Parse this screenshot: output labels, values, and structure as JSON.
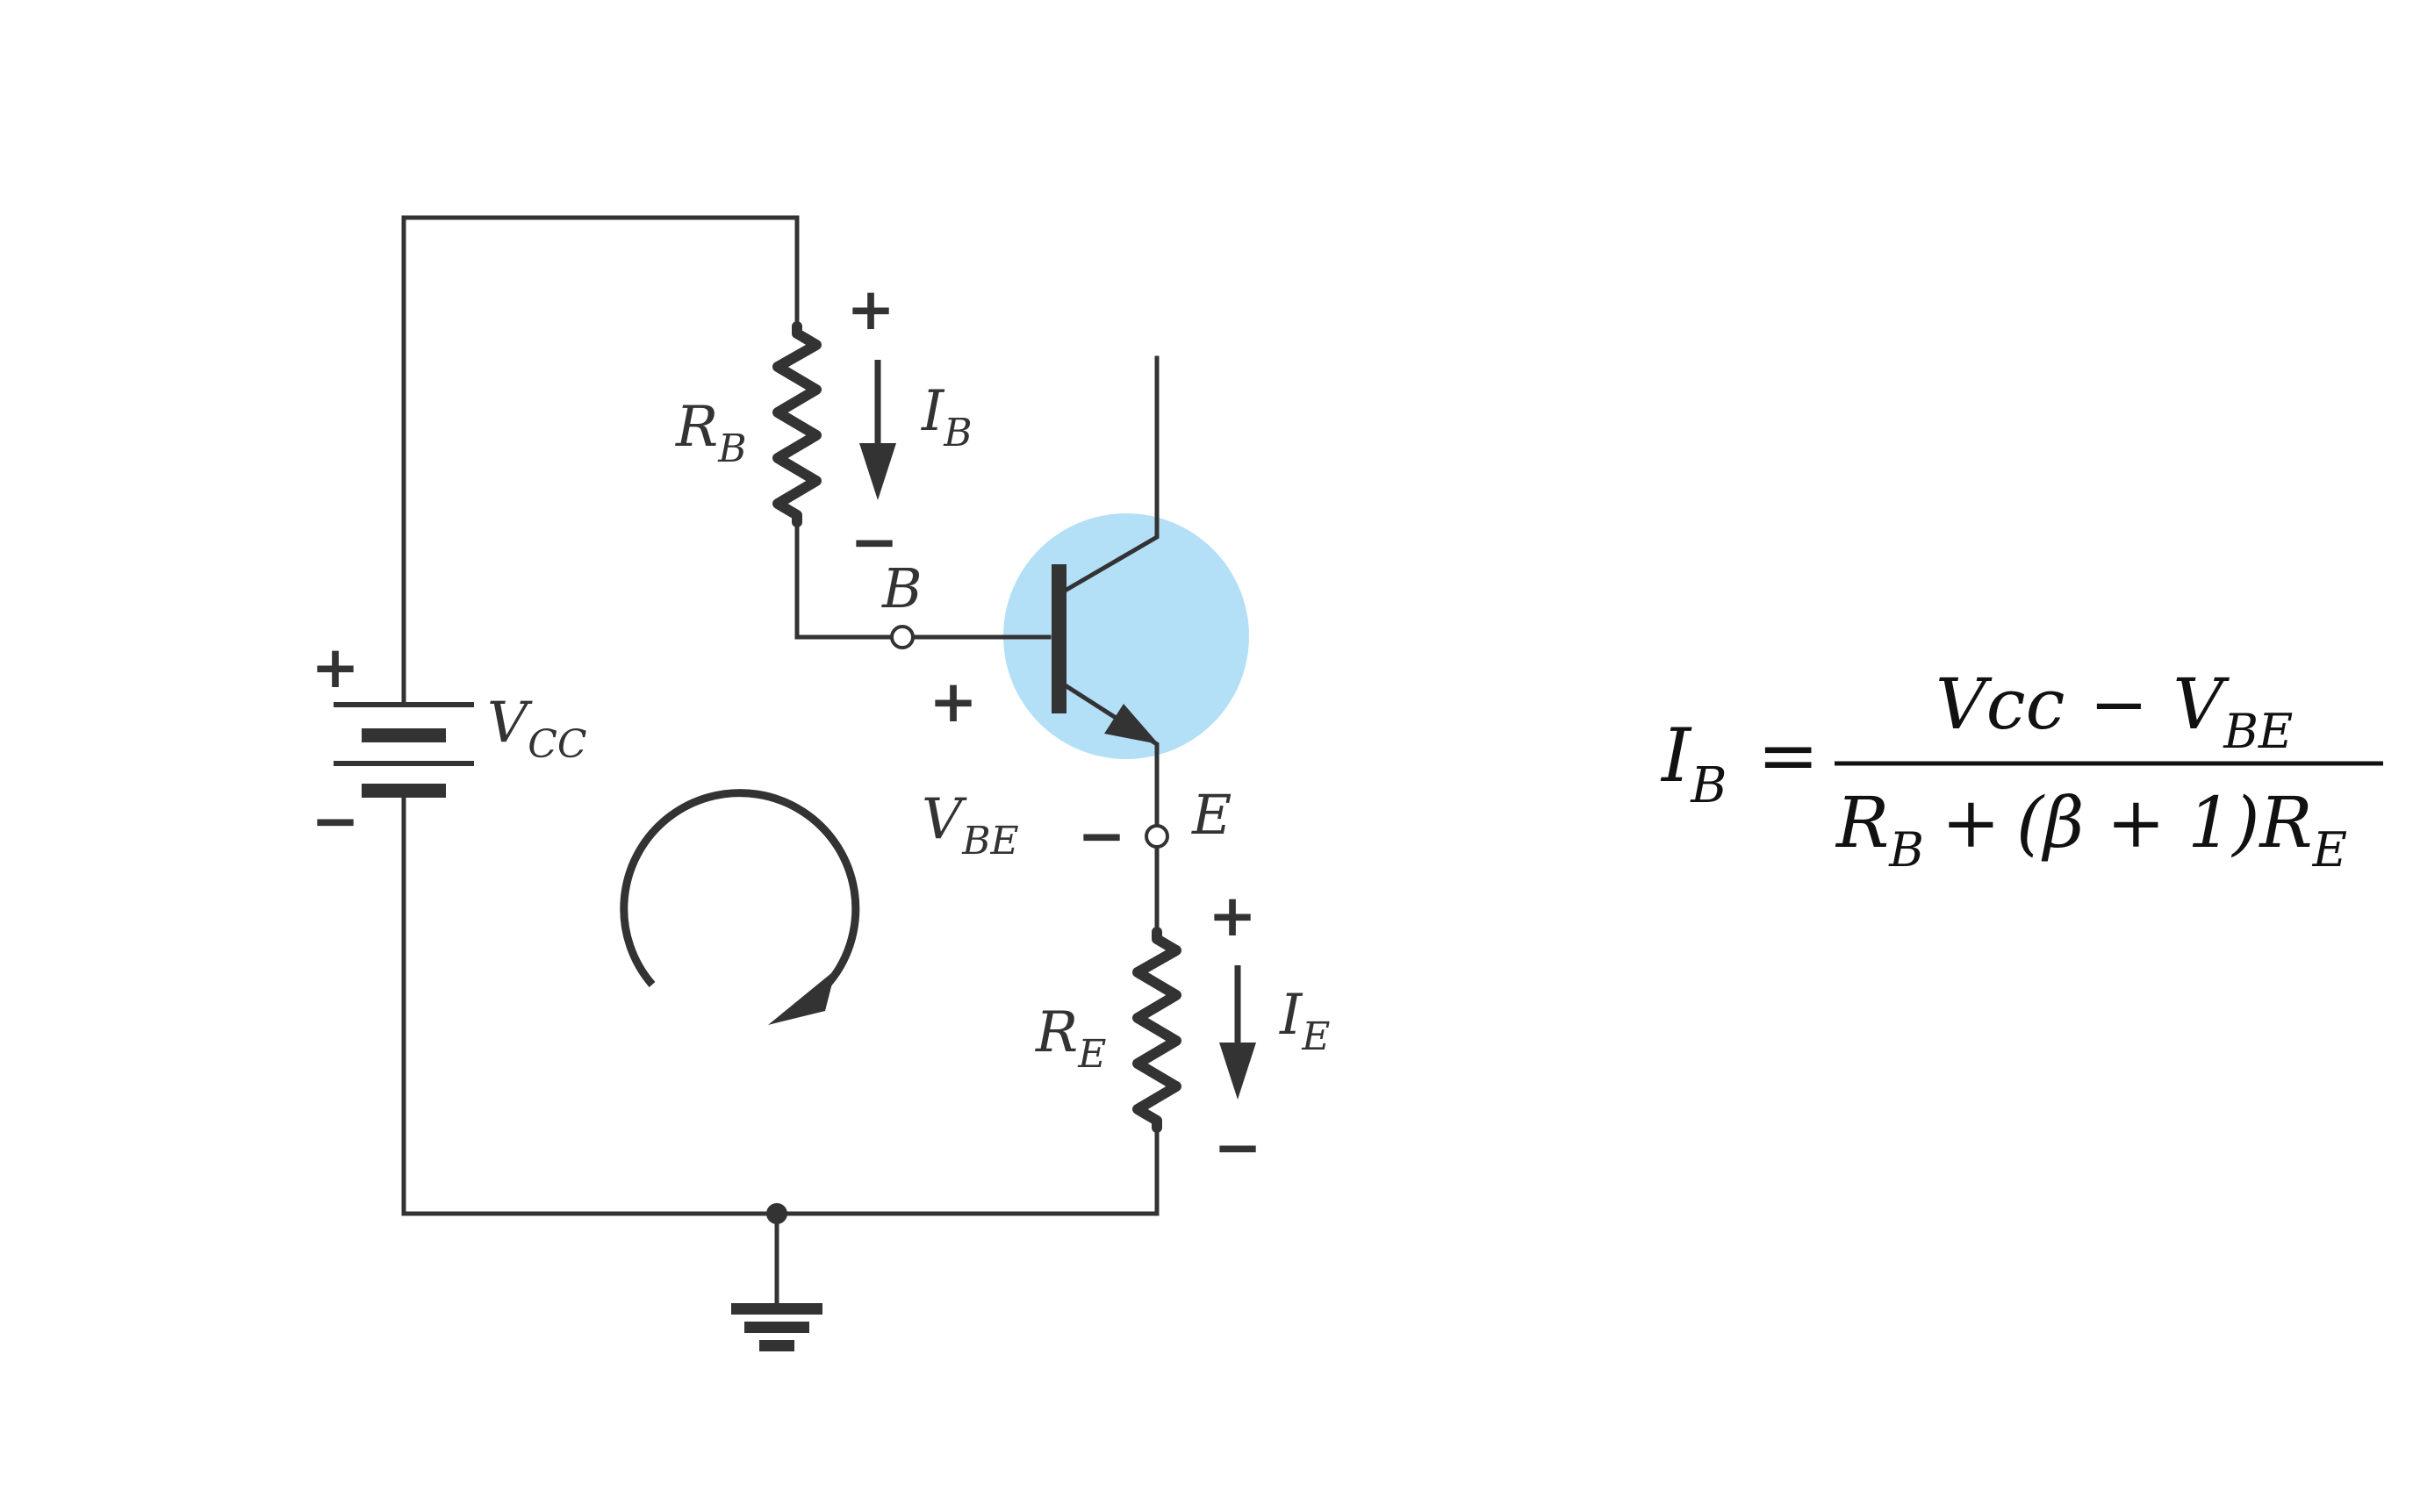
{
  "colors": {
    "wire": "#333333",
    "highlight": "#b3e0f7",
    "background": "#ffffff"
  },
  "labels": {
    "rb": {
      "main": "R",
      "sub": "B"
    },
    "re": {
      "main": "R",
      "sub": "E"
    },
    "ib": {
      "main": "I",
      "sub": "B"
    },
    "ie": {
      "main": "I",
      "sub": "E"
    },
    "vcc": {
      "main": "V",
      "sub": "CC"
    },
    "vbe": {
      "main": "V",
      "sub": "BE"
    },
    "base": "B",
    "emitter": "E",
    "plus": "+",
    "minus": "−"
  },
  "equation": {
    "lhs": {
      "main": "I",
      "sub": "B"
    },
    "equals": "=",
    "numerator": {
      "a": "Vcc",
      "minus": "−",
      "b_main": "V",
      "b_sub": "BE"
    },
    "denominator": {
      "r1_main": "R",
      "r1_sub": "B",
      "plus": "+",
      "group": "(β + 1)",
      "r2_main": "R",
      "r2_sub": "E"
    }
  }
}
